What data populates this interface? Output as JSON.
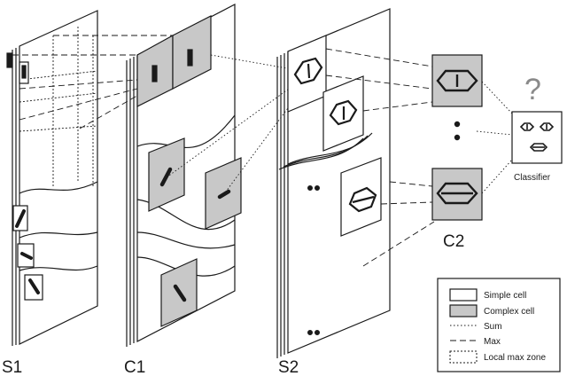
{
  "diagram": {
    "stage_labels": {
      "s1": "S1",
      "c1": "C1",
      "s2": "S2",
      "c2": "C2"
    },
    "classifier": {
      "label": "Classifier",
      "question": "?"
    },
    "legend": {
      "simple_cell": "Simple cell",
      "complex_cell": "Complex cell",
      "sum": "Sum",
      "max": "Max",
      "local_max_zone": "Local max zone"
    },
    "colors": {
      "stroke": "#1a1a1a",
      "complex_fill": "#c8c8c8",
      "simple_fill": "#ffffff",
      "question_mark": "#8a8a8a"
    }
  }
}
